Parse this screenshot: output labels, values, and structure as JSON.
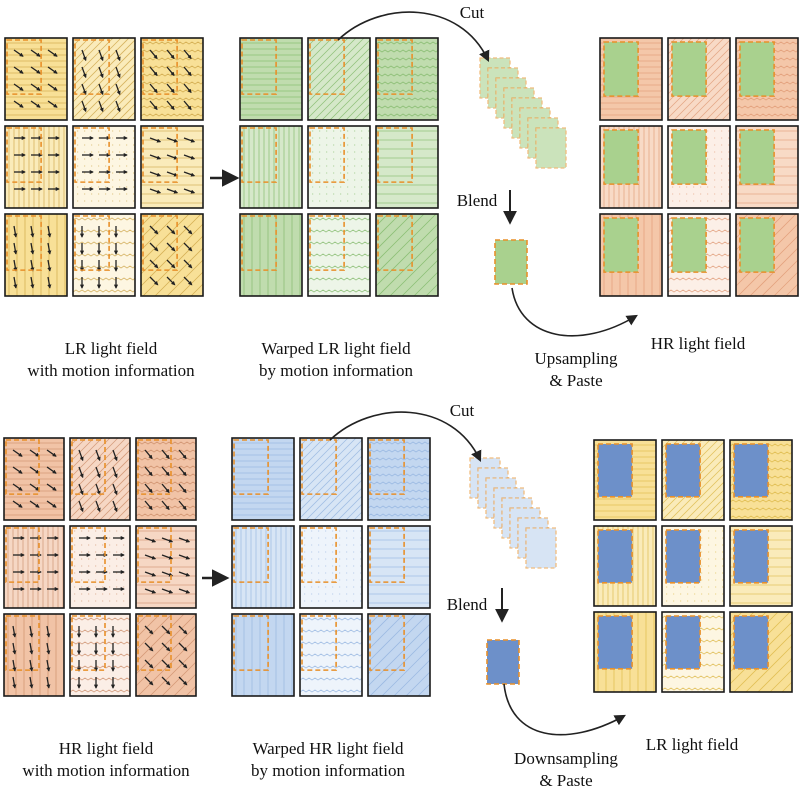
{
  "top": {
    "input_caption": [
      "LR light field",
      "with motion information"
    ],
    "warped_caption": [
      "Warped LR light field",
      "by motion information"
    ],
    "cut_label": "Cut",
    "blend_label": "Blend",
    "paste_caption": [
      "Upsampling",
      "& Paste"
    ],
    "output_caption": "HR light field",
    "input_fill": "#f7dd8c",
    "warped_fill": "#b9d8a5",
    "patch_fill": "#a9d18e",
    "output_fill": "#f3c1a0"
  },
  "bottom": {
    "input_caption": [
      "HR light field",
      "with motion information"
    ],
    "warped_caption": [
      "Warped HR light field",
      "by motion information"
    ],
    "cut_label": "Cut",
    "blend_label": "Blend",
    "paste_caption": [
      "Downsampling",
      "& Paste"
    ],
    "output_caption": "LR light field",
    "input_fill": "#f0bd9c",
    "warped_fill": "#bdd3ee",
    "patch_fill": "#6d90c9",
    "output_fill": "#f7dd8c"
  },
  "colors": {
    "dash_border": "#e8902a",
    "arrow": "#222222"
  }
}
